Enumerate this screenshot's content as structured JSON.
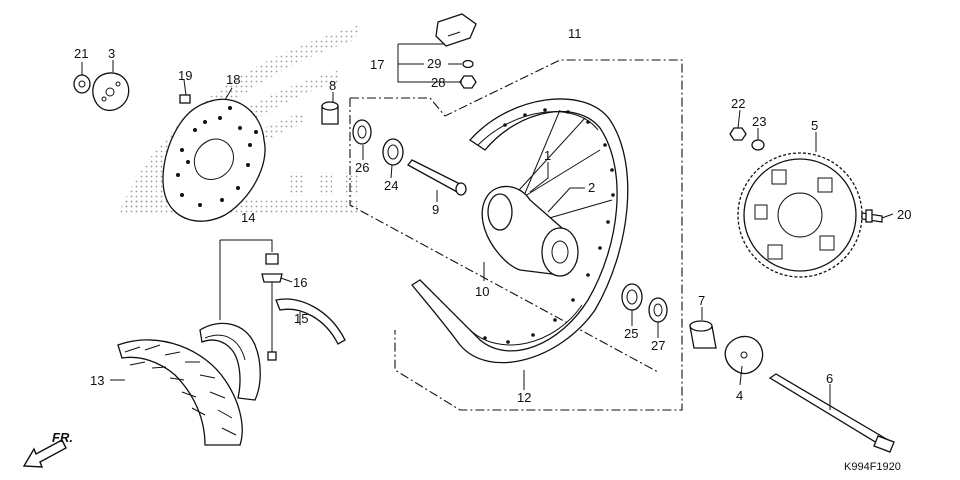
{
  "diagram": {
    "code": "K994F1920",
    "direction_label": "FR.",
    "callouts": [
      {
        "id": "c1",
        "text": "1"
      },
      {
        "id": "c2",
        "text": "2"
      },
      {
        "id": "c3",
        "text": "3"
      },
      {
        "id": "c4",
        "text": "4"
      },
      {
        "id": "c5",
        "text": "5"
      },
      {
        "id": "c6",
        "text": "6"
      },
      {
        "id": "c7",
        "text": "7"
      },
      {
        "id": "c8",
        "text": "8"
      },
      {
        "id": "c9",
        "text": "9"
      },
      {
        "id": "c10",
        "text": "10"
      },
      {
        "id": "c11",
        "text": "11"
      },
      {
        "id": "c12",
        "text": "12"
      },
      {
        "id": "c13",
        "text": "13"
      },
      {
        "id": "c14",
        "text": "14"
      },
      {
        "id": "c15",
        "text": "15"
      },
      {
        "id": "c16",
        "text": "16"
      },
      {
        "id": "c17",
        "text": "17"
      },
      {
        "id": "c19",
        "text": "19"
      },
      {
        "id": "c18",
        "text": "18"
      },
      {
        "id": "c20",
        "text": "20"
      },
      {
        "id": "c21",
        "text": "21"
      },
      {
        "id": "c22",
        "text": "22"
      },
      {
        "id": "c23",
        "text": "23"
      },
      {
        "id": "c24",
        "text": "24"
      },
      {
        "id": "c25",
        "text": "25"
      },
      {
        "id": "c26",
        "text": "26"
      },
      {
        "id": "c27",
        "text": "27"
      },
      {
        "id": "c28",
        "text": "28"
      },
      {
        "id": "c29",
        "text": "29"
      }
    ]
  }
}
